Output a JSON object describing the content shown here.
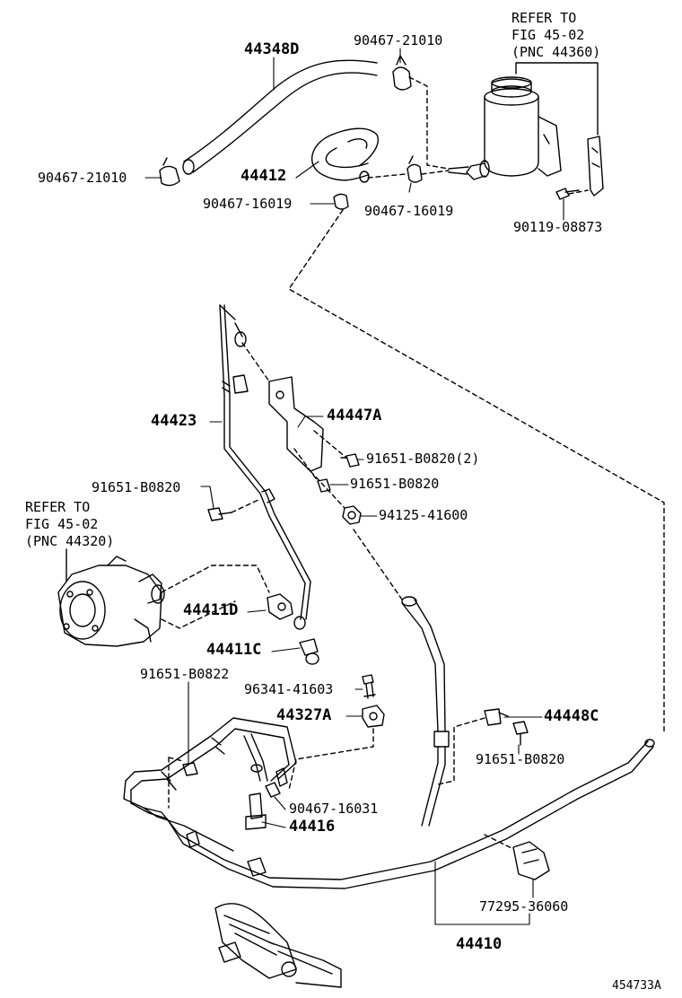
{
  "diagram": {
    "refs": {
      "reservoir": [
        "REFER TO",
        "FIG 45-02",
        "(PNC 44360)"
      ],
      "pump": [
        "REFER TO",
        "FIG 45-02",
        "(PNC 44320)"
      ]
    },
    "parts": {
      "p44348D": "44348D",
      "p90467_21010_top": "90467-21010",
      "p90467_21010_left": "90467-21010",
      "p44412": "44412",
      "p90467_16019_left": "90467-16019",
      "p90467_16019_mid": "90467-16019",
      "p90119_08873": "90119-08873",
      "p44423": "44423",
      "p44447A": "44447A",
      "p91651_B0820_2": "91651-B0820(2)",
      "p91651_B0820_mid": "91651-B0820",
      "p91651_B0820_left": "91651-B0820",
      "p94125_41600": "94125-41600",
      "p44411D": "44411D",
      "p44411C": "44411C",
      "p91651_B0822": "91651-B0822",
      "p96341_41603": "96341-41603",
      "p44327A": "44327A",
      "p44448C": "44448C",
      "p91651_B0820_right": "91651-B0820",
      "p90467_16031": "90467-16031",
      "p44416": "44416",
      "p77295_36060": "77295-36060",
      "p44410": "44410"
    },
    "figure_id": "454733A"
  }
}
